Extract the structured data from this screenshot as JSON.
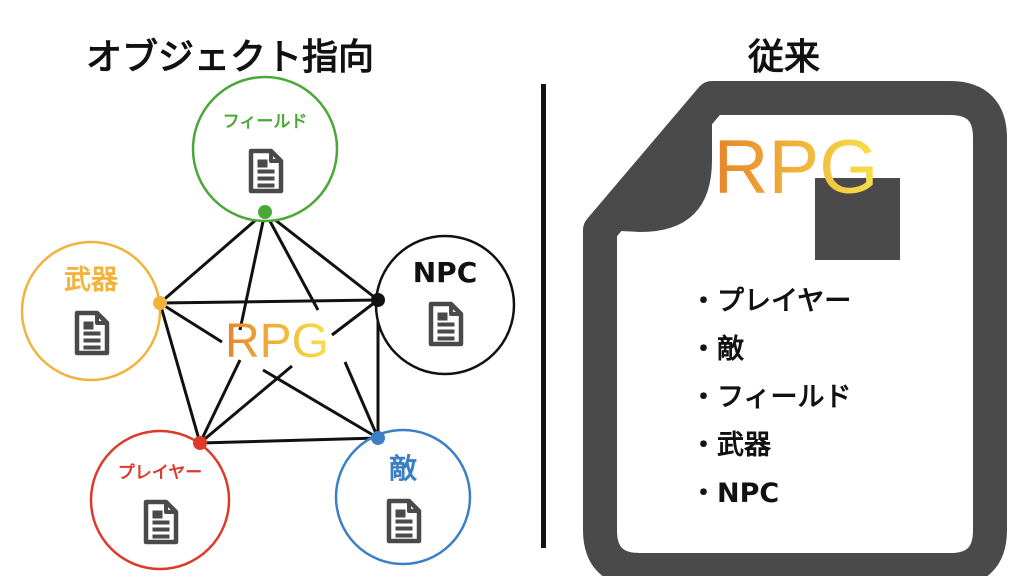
{
  "left": {
    "title": "オブジェクト指向",
    "center_label": "RPG",
    "nodes": [
      {
        "id": "field",
        "label": "フィールド",
        "color": "#4aa838"
      },
      {
        "id": "weapon",
        "label": "武器",
        "color": "#f2b33d"
      },
      {
        "id": "npc",
        "label": "NPC",
        "color": "#111111"
      },
      {
        "id": "player",
        "label": "プレイヤー",
        "color": "#dd3a2a"
      },
      {
        "id": "enemy",
        "label": "敵",
        "color": "#3b7fc4"
      }
    ]
  },
  "right": {
    "title": "従来",
    "doc_label": "RPG",
    "items": [
      "・プレイヤー",
      "・敵",
      "・フィールド",
      "・武器",
      "・NPC"
    ]
  },
  "colors": {
    "gradient_start": "#e8832a",
    "gradient_end": "#f7e24a",
    "doc_icon_gray": "#4a4a4a"
  },
  "icons": {
    "node_icon": "document-icon",
    "big_icon": "document-icon"
  }
}
